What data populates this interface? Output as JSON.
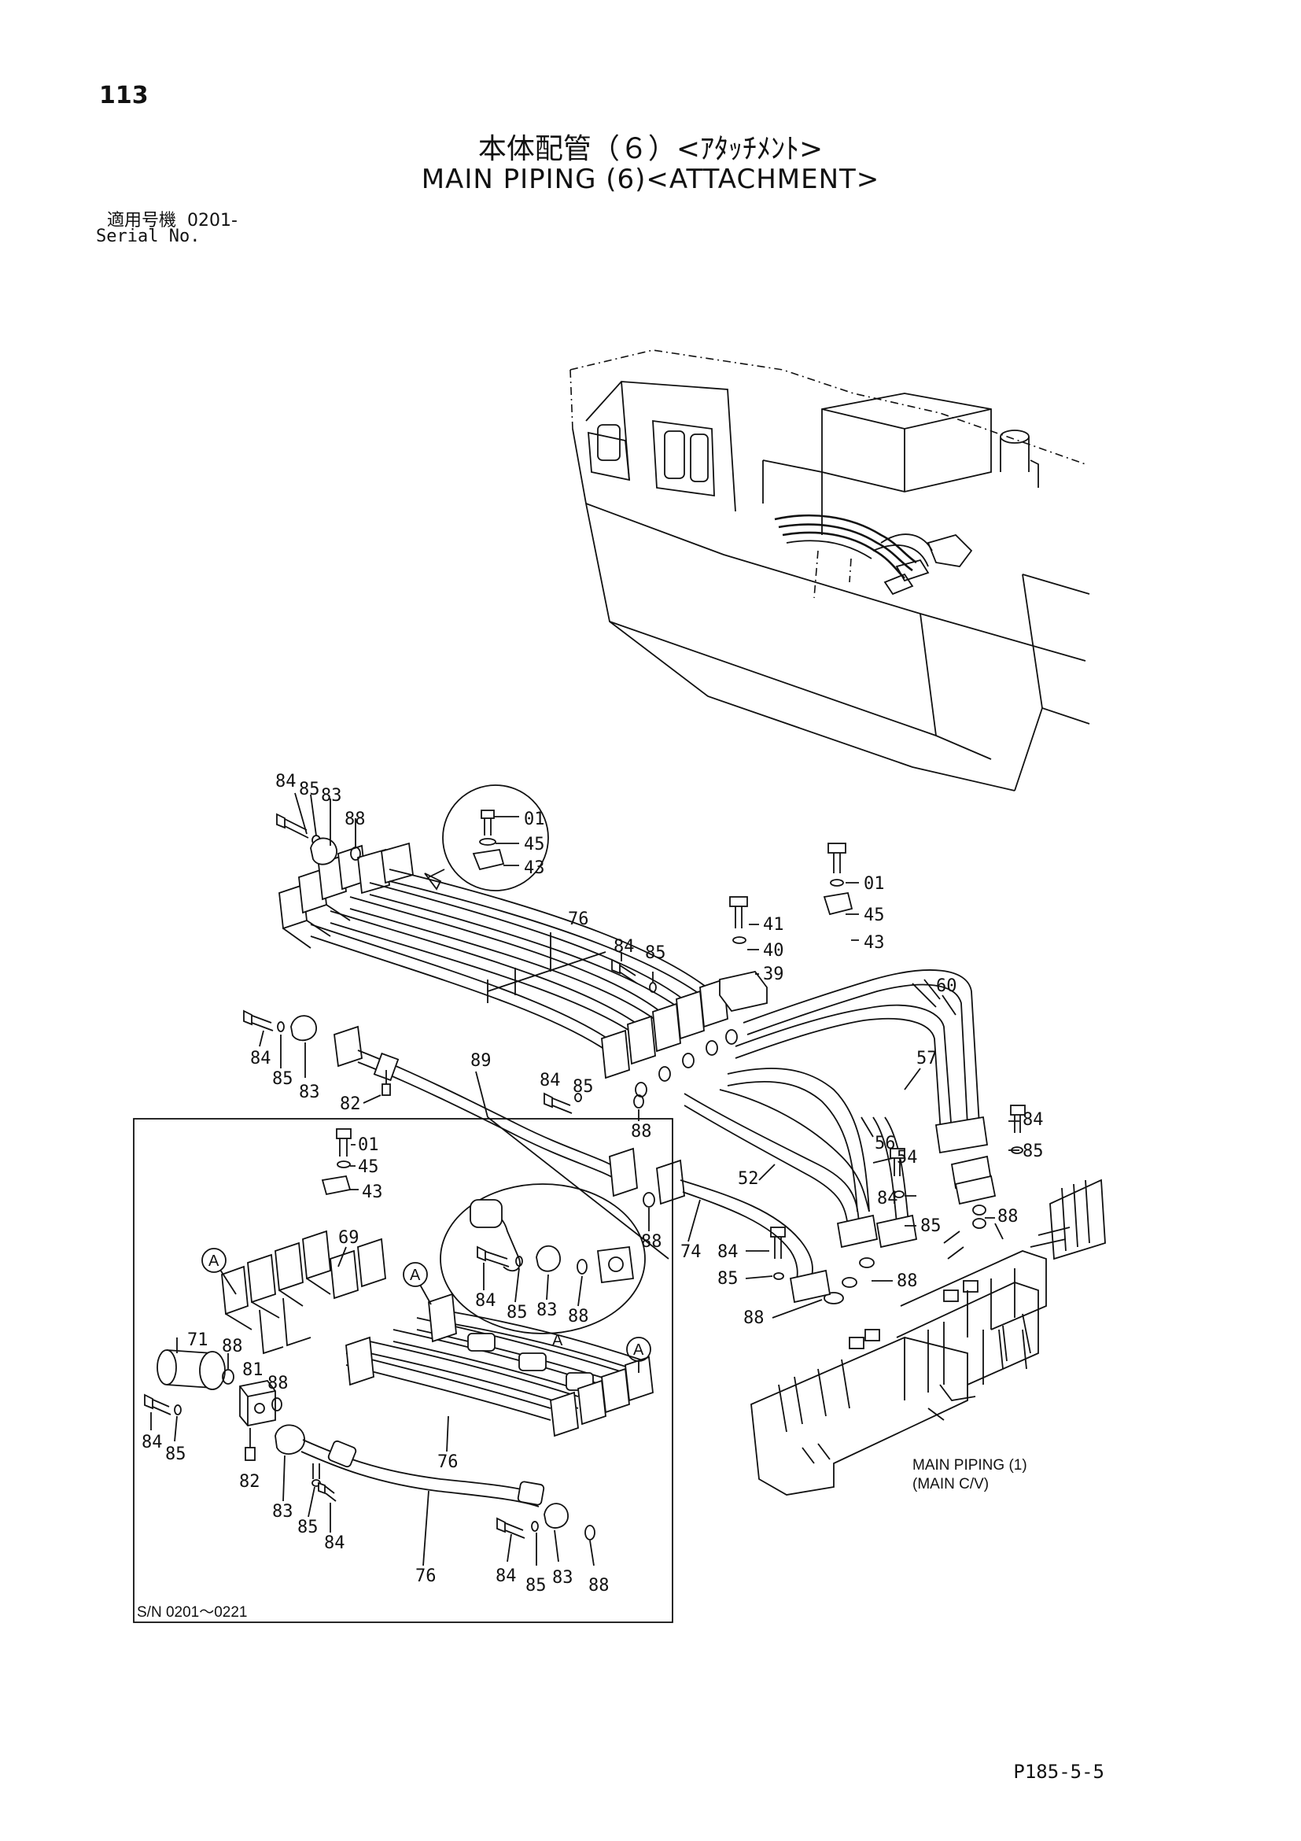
{
  "header": {
    "page_number": "113",
    "title_jp": "本体配管（６）<ｱﾀｯﾁﾒﾝﾄ>",
    "title_en": "MAIN PIPING (6)<ATTACHMENT>",
    "serial_label_jp": "適用号機",
    "serial_value": "0201-",
    "serial_label_en": "Serial No."
  },
  "diagram": {
    "detail_label": "A",
    "inset_note": "S/N 0201～0221",
    "reference_line1": "MAIN PIPING (1)",
    "reference_line2": "(MAIN C/V)",
    "part_labels": {
      "p01a": "01",
      "p45a": "45",
      "p43a": "43",
      "p01b": "01",
      "p45b": "45",
      "p43b": "43",
      "p41": "41",
      "p40": "40",
      "p39": "39",
      "p60": "60",
      "p57": "57",
      "p56": "56",
      "p54": "54",
      "p52": "52",
      "p76a": "76",
      "p89": "89",
      "p74": "74",
      "p84a": "84",
      "p85a": "85",
      "p83a": "83",
      "p88a": "88",
      "p84b": "84",
      "p85b": "85",
      "p84c": "84",
      "p85c": "85",
      "p83c": "83",
      "p82a": "82",
      "p84d": "84",
      "p85d": "85",
      "p88d": "88",
      "p88e": "88",
      "p84f": "84",
      "p85f": "85",
      "p88f": "88",
      "p88g": "88",
      "p84h": "84",
      "p85h": "85",
      "p84i": "84",
      "p85i": "85",
      "p88i": "88",
      "p01c": "01",
      "p45c": "45",
      "p43c": "43",
      "p69": "69",
      "p71": "71",
      "p81": "81",
      "p88j": "88",
      "p88k": "88",
      "p84j": "84",
      "p85j": "85",
      "p82j": "82",
      "p83j": "83",
      "p85k": "85",
      "p84k": "84",
      "p76b": "76",
      "p76c": "76",
      "p84l": "84",
      "p85l": "85",
      "p83l": "83",
      "p88l": "88",
      "p84m": "84",
      "p85m": "85",
      "p83m": "83",
      "p88m": "88"
    }
  },
  "footer": {
    "figure_code": "P185-5-5"
  }
}
